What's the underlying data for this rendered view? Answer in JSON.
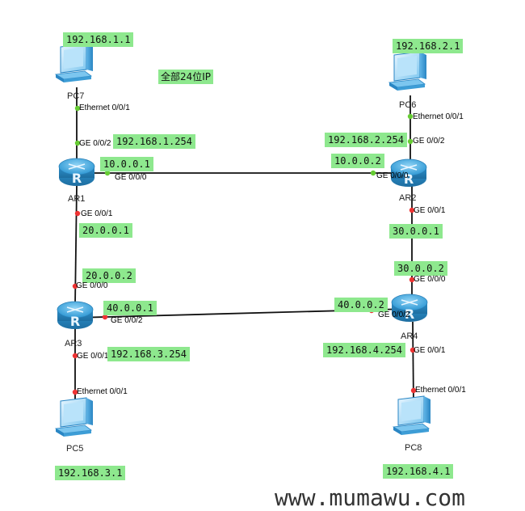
{
  "note": "全部24位IP",
  "watermark": "www.mumawu.com",
  "colors": {
    "label_bg": "#8ee88e",
    "router": "#3fa9e0",
    "link": "#111111",
    "port_up": "#66cc33",
    "port_down": "#ee3333"
  },
  "devices": {
    "pc7": {
      "name": "PC7",
      "ip": "192.168.1.1",
      "port": "Ethernet 0/0/1"
    },
    "pc6": {
      "name": "PC6",
      "ip": "192.168.2.1",
      "port": "Ethernet 0/0/1"
    },
    "pc5": {
      "name": "PC5",
      "ip": "192.168.3.1",
      "port": "Ethernet 0/0/1"
    },
    "pc8": {
      "name": "PC8",
      "ip": "192.168.4.1",
      "port": "Ethernet 0/0/1"
    },
    "ar1": {
      "name": "AR1"
    },
    "ar2": {
      "name": "AR2"
    },
    "ar3": {
      "name": "AR3"
    },
    "ar4": {
      "name": "AR4"
    }
  },
  "links": {
    "ar1_pc7": {
      "port": "GE 0/0/2",
      "ip": "192.168.1.254",
      "status": "up"
    },
    "ar1_ar2": {
      "a_port": "GE 0/0/0",
      "a_ip": "10.0.0.1",
      "b_port": "GE 0/0/0",
      "b_ip": "10.0.0.2",
      "status": "up"
    },
    "ar2_pc6": {
      "port": "GE 0/0/2",
      "ip": "192.168.2.254",
      "status": "up"
    },
    "ar1_ar3": {
      "a_port": "GE 0/0/1",
      "a_ip": "20.0.0.1",
      "b_port": "GE 0/0/0",
      "b_ip": "20.0.0.2",
      "status": "down"
    },
    "ar2_ar4": {
      "a_port": "GE 0/0/1",
      "a_ip": "30.0.0.1",
      "b_port": "GE 0/0/0",
      "b_ip": "30.0.0.2",
      "status": "down"
    },
    "ar3_ar4": {
      "a_port": "GE 0/0/2",
      "a_ip": "40.0.0.1",
      "b_port": "GE 0/0/2",
      "b_ip": "40.0.0.2",
      "status": "down"
    },
    "ar3_pc5": {
      "port": "GE 0/0/1",
      "ip": "192.168.3.254",
      "status": "down"
    },
    "ar4_pc8": {
      "port": "GE 0/0/1",
      "ip": "192.168.4.254",
      "status": "down"
    }
  }
}
